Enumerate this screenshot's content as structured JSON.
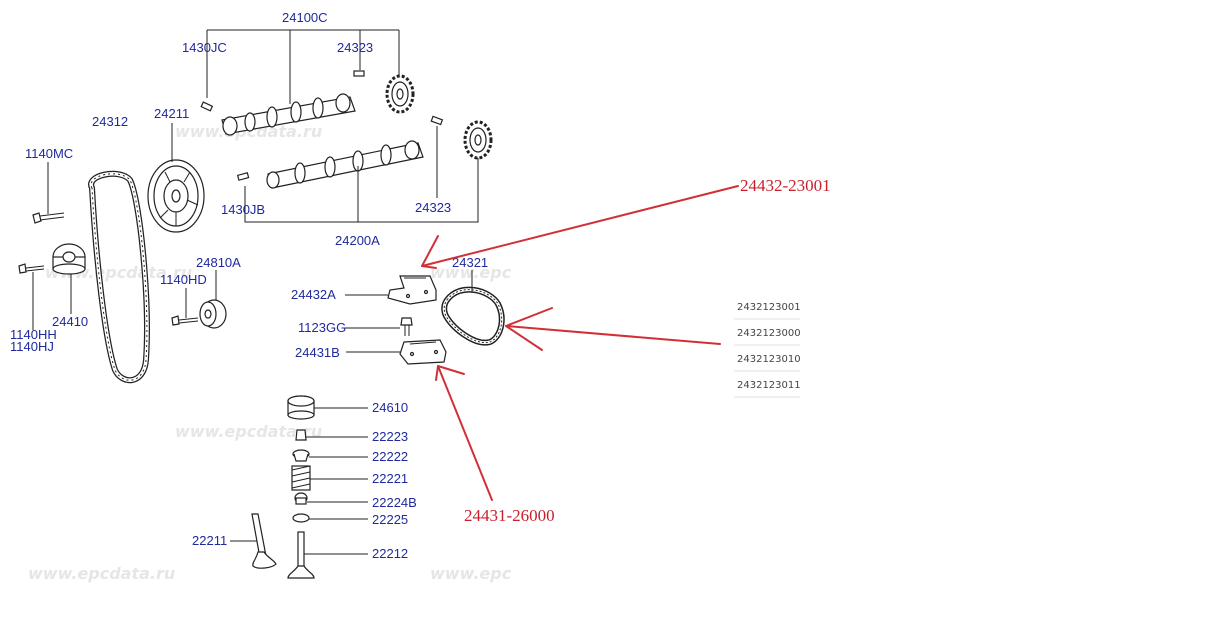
{
  "watermark": "www.epcdata.ru",
  "watermark_short": "www.epc",
  "labels": {
    "l24100C": "24100C",
    "l1430JC": "1430JC",
    "l24323a": "24323",
    "l24312": "24312",
    "l24211": "24211",
    "l1140MC": "1140MC",
    "l1430JB": "1430JB",
    "l24323b": "24323",
    "l24200A": "24200A",
    "l24321": "24321",
    "l24810A": "24810A",
    "l1140HD": "1140HD",
    "l24432A": "24432A",
    "l1123GG": "1123GG",
    "l24431B": "24431B",
    "l24410": "24410",
    "l1140HH": "1140HH",
    "l1140HJ": "1140HJ",
    "l24610": "24610",
    "l22223": "22223",
    "l22222": "22222",
    "l22221": "22221",
    "l22224B": "22224B",
    "l22225": "22225",
    "l22211": "22211",
    "l22212": "22212"
  },
  "annotations": {
    "top": "24432-23001",
    "bottom": "24431-26000"
  },
  "color_annotation": "#c8202a",
  "color_label": "#1f2a9c",
  "side_list": [
    "2432123001",
    "2432123000",
    "2432123010",
    "2432123011"
  ]
}
